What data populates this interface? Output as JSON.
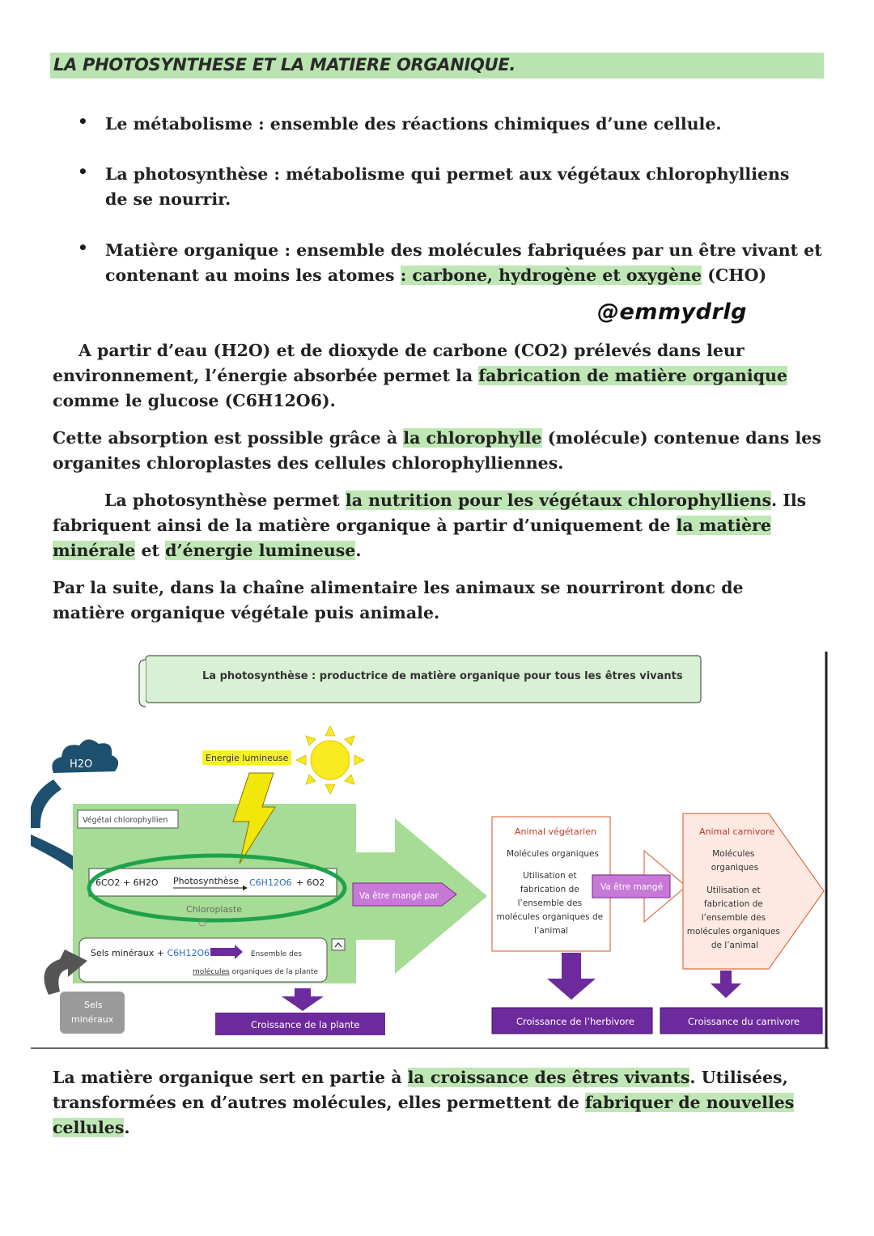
{
  "title": "LA PHOTOSYNTHESE ET LA MATIERE ORGANIQUE.",
  "definitions": [
    {
      "term": "Le métabolisme",
      "sep": " : ",
      "def": "ensemble des réactions chimiques d’une cellule."
    },
    {
      "term": "La photosynthèse",
      "sep": " : ",
      "def_line1": "métabolisme qui permet aux végétaux chlorophylliens",
      "def_line2": "de se nourrir."
    },
    {
      "term": "Matière organique",
      "sep": " : ",
      "def_line1": "ensemble des molécules fabriquées par un être vivant et",
      "def_line2_a": "contenant au moins les atomes ",
      "def_line2_hl": ": carbone, hydrogène et oxygène",
      "def_line2_b": " (CHO)"
    }
  ],
  "handle": "@emmydrlg",
  "paragraphs": {
    "p1_line1": "A partir d’eau (H2O) et de dioxyde de carbone (CO2) prélevés dans leur",
    "p1_line2_a": "environnement, l’énergie absorbée permet la ",
    "p1_line2_hl": "fabrication de matière organique",
    "p1_line3": "comme le glucose (C6H12O6).",
    "p2_line1_a": "Cette absorption est possible grâce à ",
    "p2_line1_hl": "la chlorophylle",
    "p2_line1_b": " (molécule) contenue dans les",
    "p2_line2": "organites chloroplastes des cellules chlorophylliennes.",
    "p3_line1_a": "La photosynthèse permet ",
    "p3_line1_hl": "la nutrition pour les végétaux chlorophylliens",
    "p3_line1_b": ". Ils",
    "p3_line2_a": "fabriquent ainsi de la matière organique à partir d’uniquement de ",
    "p3_line2_hl": "la matière",
    "p3_line3_hl1": "minérale",
    "p3_line3_mid": " et ",
    "p3_line3_hl2": "d’énergie lumineuse",
    "p3_line3_end": ".",
    "p4_line1": "Par la suite, dans la chaîne alimentaire les animaux se nourriront donc de",
    "p4_line2": "matière organique végétale puis animale.",
    "p5_line1_a": "La matière organique sert en partie à ",
    "p5_line1_hl": "la croissance des êtres vivants",
    "p5_line1_b": ". Utilisées,",
    "p5_line2_a": "transformées en d’autres molécules, elles permettent de ",
    "p5_line2_hl": "fabriquer de nouvelles",
    "p5_line3_hl": "cellules",
    "p5_line3_end": "."
  },
  "diagram": {
    "banner": "La photosynthèse : productrice de matière organique pour tous les êtres vivants",
    "h2o": "H2O",
    "energy": "Energie lumineuse",
    "plant_label": "Végétal chlorophyllien",
    "equation_left": "6CO2 + 6H2O",
    "equation_mid": "Photosynthèse",
    "equation_product": "C6H12O6",
    "equation_right": "+ 6O2",
    "chloroplast": "Chloroplaste",
    "sels_line_a": "Sels minéraux + ",
    "sels_line_b": "C6H12O6",
    "ensemble": "Ensemble des",
    "molecules_plante_a": "molécules",
    "molecules_plante_b": " organiques de la plante",
    "sels_box_line1": "Sels",
    "sels_box_line2": "minéraux",
    "eaten_by": "Va être mangé par",
    "herbivore_title": "Animal végétarien",
    "herbivore_mol": "Molécules organiques",
    "herbivore_use": [
      "Utilisation et",
      "fabrication de",
      "l’ensemble des",
      "molécules organiques de",
      "l’animal"
    ],
    "eaten": "Va être mangé",
    "carnivore_title": "Animal carnivore",
    "carnivore_mol": [
      "Molécules",
      "organiques"
    ],
    "carnivore_use": [
      "Utilisation et",
      "fabrication de",
      "l’ensemble des",
      "molécules organiques",
      "de l’animal"
    ],
    "growth_plant": "Croissance de la plante",
    "growth_herbivore": "Croissance de l’herbivore",
    "growth_carnivore": "Croissance du carnivore"
  },
  "colors": {
    "highlight": "#bfe7b5",
    "purple": "#6d2a9c",
    "green": "#9fd990",
    "sun": "#f7ea1f"
  }
}
